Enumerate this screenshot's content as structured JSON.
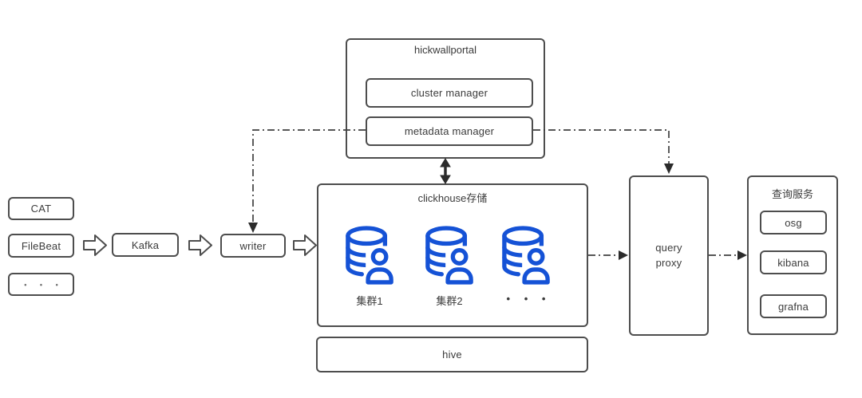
{
  "diagram": {
    "colors": {
      "accent_blue": "#1552d6",
      "line": "#4d4d4d",
      "text": "#3b3b3b"
    },
    "nodes": {
      "cat": "CAT",
      "filebeat": "FileBeat",
      "sources_more": "• • •",
      "kafka": "Kafka",
      "writer": "writer",
      "hickwallportal": "hickwallportal",
      "cluster_manager": "cluster manager",
      "metadata_manager": "metadata manager",
      "clickhouse_storage": "clickhouse存储",
      "cluster_1": "集群1",
      "cluster_2": "集群2",
      "clusters_more": "• • •",
      "hive": "hive",
      "query_proxy": "query\nproxy",
      "query_service": "查询服务",
      "osg": "osg",
      "kibana": "kibana",
      "grafna": "grafna"
    },
    "cluster_icon": "database-user-icon",
    "connections": [
      {
        "from": "filebeat",
        "to": "kafka",
        "style": "block-arrow"
      },
      {
        "from": "kafka",
        "to": "writer",
        "style": "block-arrow"
      },
      {
        "from": "writer",
        "to": "clickhouse_storage",
        "style": "block-arrow"
      },
      {
        "from": "metadata_manager",
        "to": "writer",
        "style": "dash-dot-arrow"
      },
      {
        "from": "metadata_manager",
        "to": "query_proxy",
        "style": "dash-dot-arrow"
      },
      {
        "from": "hickwallportal",
        "to": "clickhouse_storage",
        "style": "double-headed-arrow"
      },
      {
        "from": "clickhouse_storage",
        "to": "query_proxy",
        "style": "dash-dot-arrow"
      },
      {
        "from": "query_proxy",
        "to": "query_service",
        "style": "dash-dot-arrow"
      }
    ]
  }
}
